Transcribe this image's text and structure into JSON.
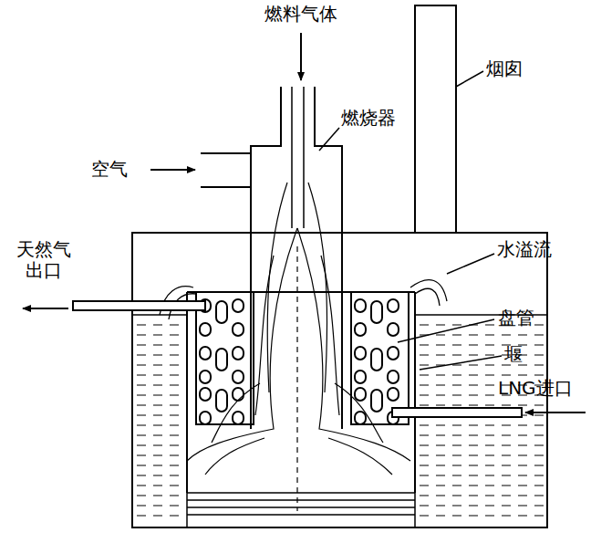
{
  "diagram": {
    "labels": [
      "燃料气体",
      "燃烧器",
      "空气",
      "烟囱",
      "天然气 出口",
      "水溢流",
      "盘管",
      "堰",
      "LNG进口"
    ]
  }
}
